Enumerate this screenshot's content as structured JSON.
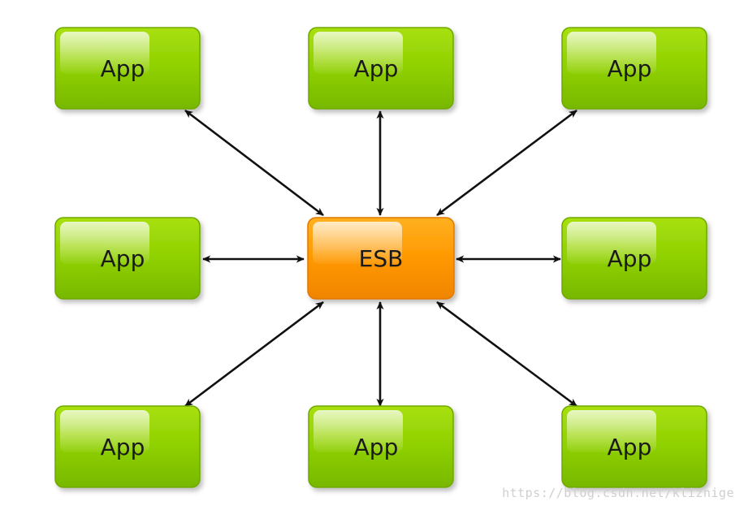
{
  "nodes": {
    "hub": {
      "label": "ESB",
      "fill": "#ff9a00",
      "edge": "#e07800"
    },
    "apps": [
      {
        "id": "app-top-left",
        "label": "App"
      },
      {
        "id": "app-top-center",
        "label": "App"
      },
      {
        "id": "app-top-right",
        "label": "App"
      },
      {
        "id": "app-middle-left",
        "label": "App"
      },
      {
        "id": "app-middle-right",
        "label": "App"
      },
      {
        "id": "app-bottom-left",
        "label": "App"
      },
      {
        "id": "app-bottom-center",
        "label": "App"
      },
      {
        "id": "app-bottom-right",
        "label": "App"
      }
    ],
    "app_fill": "#8ccc00",
    "app_edge": "#6fa800"
  },
  "edges": [
    {
      "from": "ESB",
      "to": "app-top-left",
      "bidirectional": true
    },
    {
      "from": "ESB",
      "to": "app-top-center",
      "bidirectional": true
    },
    {
      "from": "ESB",
      "to": "app-top-right",
      "bidirectional": true
    },
    {
      "from": "ESB",
      "to": "app-middle-left",
      "bidirectional": true
    },
    {
      "from": "ESB",
      "to": "app-middle-right",
      "bidirectional": true
    },
    {
      "from": "ESB",
      "to": "app-bottom-left",
      "bidirectional": true
    },
    {
      "from": "ESB",
      "to": "app-bottom-center",
      "bidirectional": true
    },
    {
      "from": "ESB",
      "to": "app-bottom-right",
      "bidirectional": true
    }
  ],
  "watermark": "https://blog.csdn.net/kliznige"
}
